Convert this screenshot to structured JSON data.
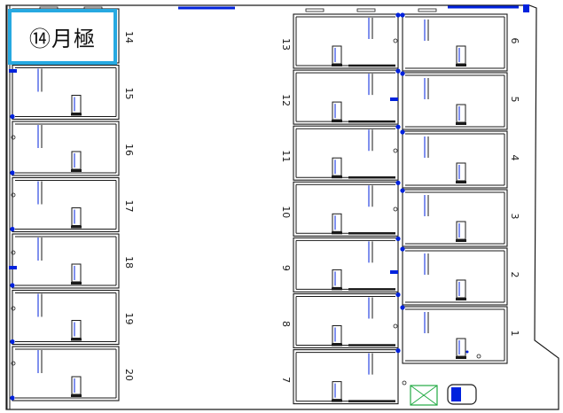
{
  "label": {
    "text": "⑭月極"
  },
  "left_column": [
    "14",
    "15",
    "16",
    "17",
    "18",
    "19",
    "20"
  ],
  "middle_column": [
    "13",
    "12",
    "11",
    "10",
    "9",
    "8",
    "7"
  ],
  "right_column": [
    "6",
    "5",
    "4",
    "3",
    "2",
    "1"
  ],
  "colors": {
    "line": "#1a1a1a",
    "accent": "#0022dd",
    "highlight_box": "#27a9e1",
    "green_marker": "#22aa44"
  }
}
